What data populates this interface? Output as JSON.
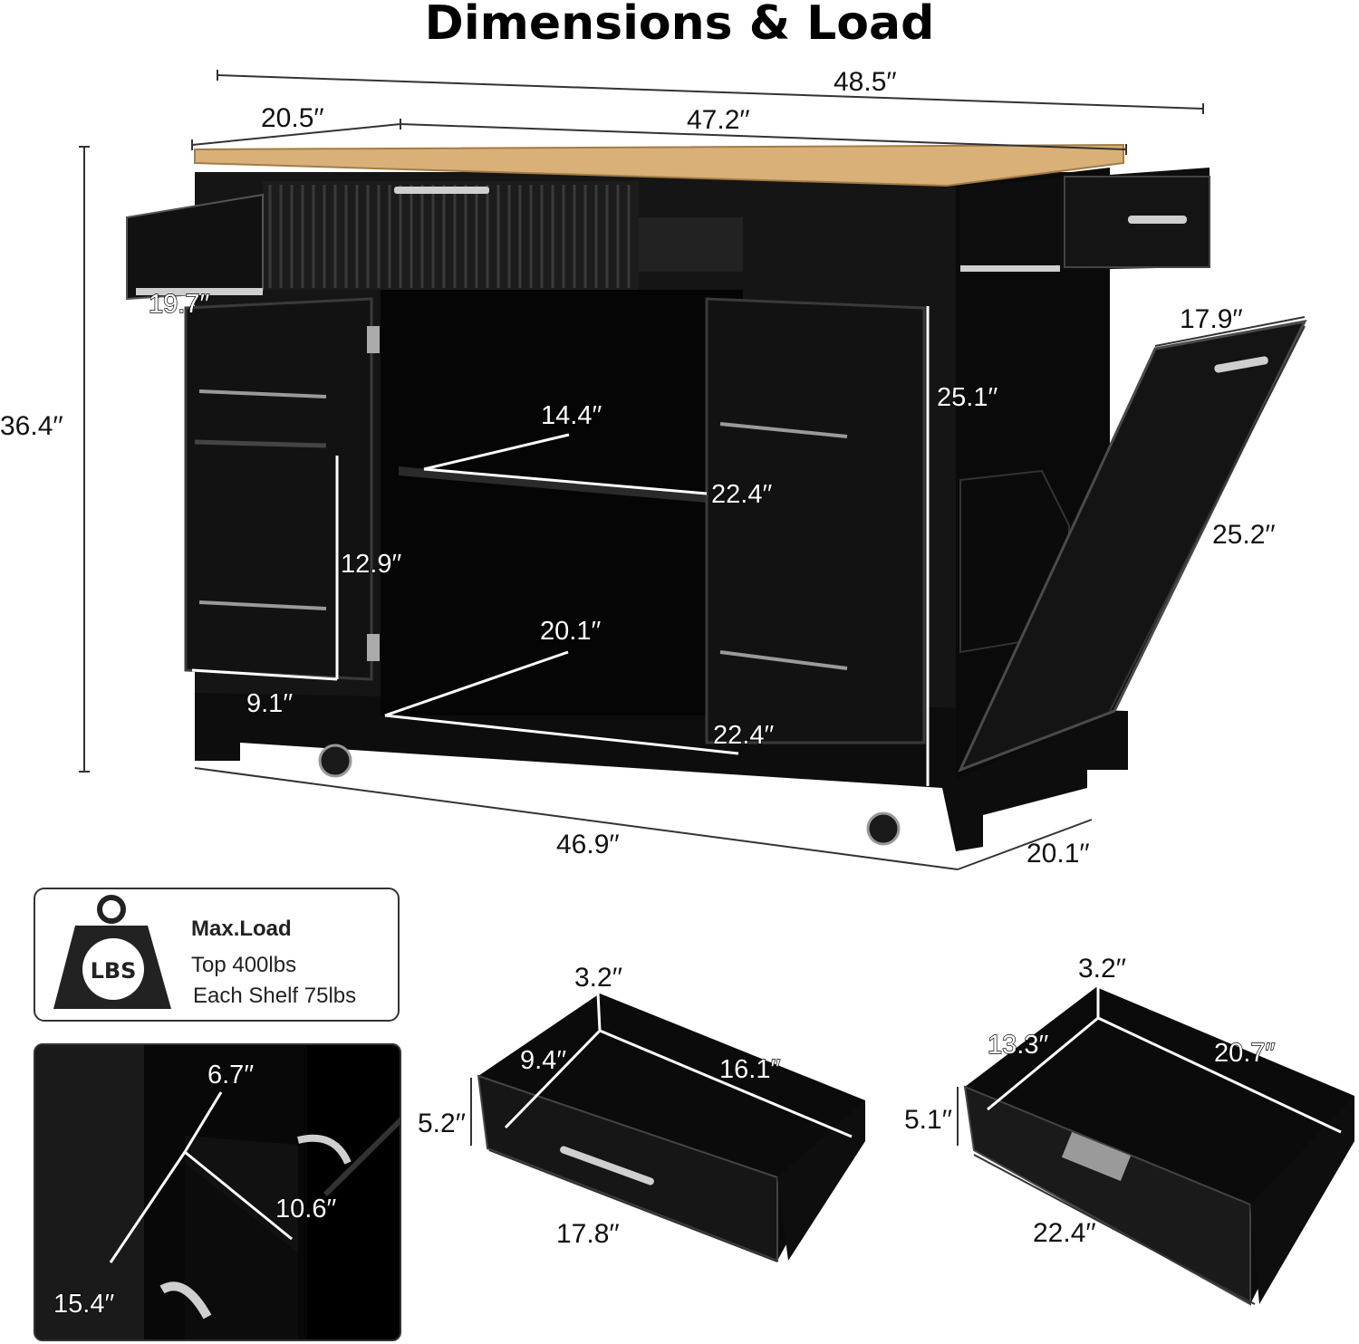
{
  "title": "Dimensions & Load",
  "dimensions": {
    "overall_width": "48.5′′",
    "left_width": "20.5′′",
    "top_width": "47.2′′",
    "height": "36.4′′",
    "side_drawer_depth": "19.7′′",
    "bin_door_width": "17.9′′",
    "cabinet_height": "25.1′′",
    "bin_door_height": "25.2′′",
    "shelf_depth_top": "14.4′′",
    "shelf_width_top": "22.4′′",
    "spice_rack_height": "12.9′′",
    "shelf_depth_bottom": "20.1′′",
    "spice_rack_width": "9.1′′",
    "shelf_width_bottom": "22.4′′",
    "base_width": "46.9′′",
    "base_depth": "20.1′′"
  },
  "load": {
    "icon_label": "LBS",
    "heading": "Max.Load",
    "line1": "Top 400lbs",
    "line2": "Each Shelf 75lbs"
  },
  "bin": {
    "top": "6.7′′",
    "side": "10.6′′",
    "depth": "15.4′′"
  },
  "drawer_small": {
    "height_top": "3.2′′",
    "depth": "9.4′′",
    "length": "16.1′′",
    "side_height": "5.2′′",
    "width": "17.8′′"
  },
  "drawer_large": {
    "height_top": "3.2′′",
    "depth": "13.3′′",
    "length": "20.7′′",
    "side_height": "5.1′′",
    "width": "22.4′′"
  }
}
